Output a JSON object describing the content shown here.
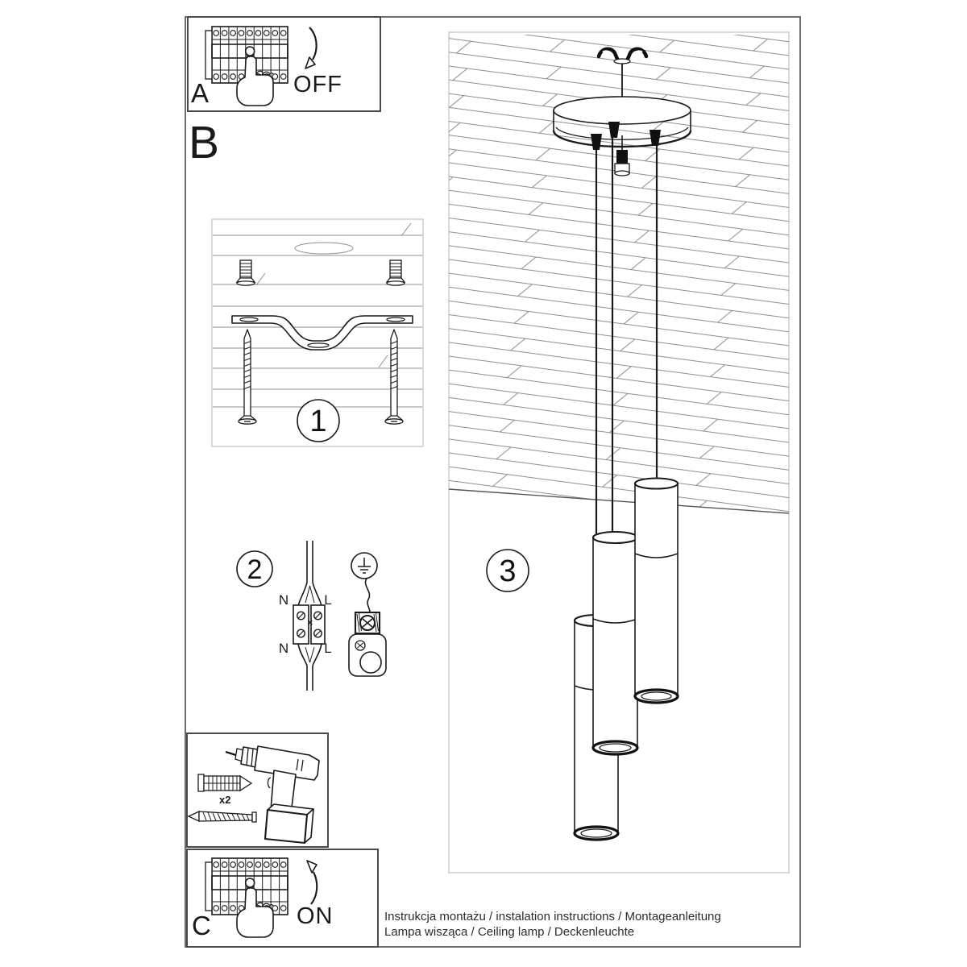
{
  "labels": {
    "step_a": "A",
    "step_b": "B",
    "step_c": "C",
    "power_off": "OFF",
    "power_on": "ON"
  },
  "step_numbers": {
    "step1": "1",
    "step2": "2",
    "step3": "3"
  },
  "wiring": {
    "n_top": "N",
    "l_top": "L",
    "n_bottom": "N",
    "l_bottom": "L"
  },
  "hardware": {
    "anchor_quantity": "x2"
  },
  "footer": {
    "line1": "Instrukcja montażu / instalation instructions / Montageanleitung",
    "line2": "Lampa wisząca / Ceiling lamp / Deckenleuchte"
  },
  "colors": {
    "background": "#ffffff",
    "ink": "#1a1a1a",
    "black_fill": "#111111",
    "frame_border": "#4a4a4a",
    "panel_border": "#c2c2c2",
    "plank_line": "#8f8f8f"
  },
  "icons": [
    "circuit-breaker-icon",
    "pointing-hand-icon",
    "curved-arrow-down-icon",
    "curved-arrow-up-icon",
    "wall-plug-icon",
    "mounting-bracket-icon",
    "screw-icon",
    "terminal-block-icon",
    "earth-symbol-icon",
    "ground-clamp-icon",
    "drill-icon",
    "pendant-lamp-icon"
  ]
}
